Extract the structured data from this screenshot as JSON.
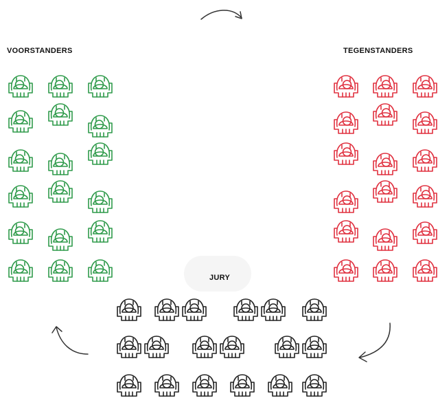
{
  "labels": {
    "proponents": "VOORSTANDERS",
    "opponents": "TEGENSTANDERS",
    "jury": "JURY"
  },
  "colors": {
    "proponents": "#2e9a4a",
    "opponents": "#e0303f",
    "jury": "#222222",
    "arrows": "#333333"
  },
  "icons": {
    "person": "seated-person-icon",
    "flow_arrow": "curved-arrow-icon"
  },
  "groups": {
    "proponents_count": 18,
    "opponents_count": 18,
    "jury_count": 18
  }
}
